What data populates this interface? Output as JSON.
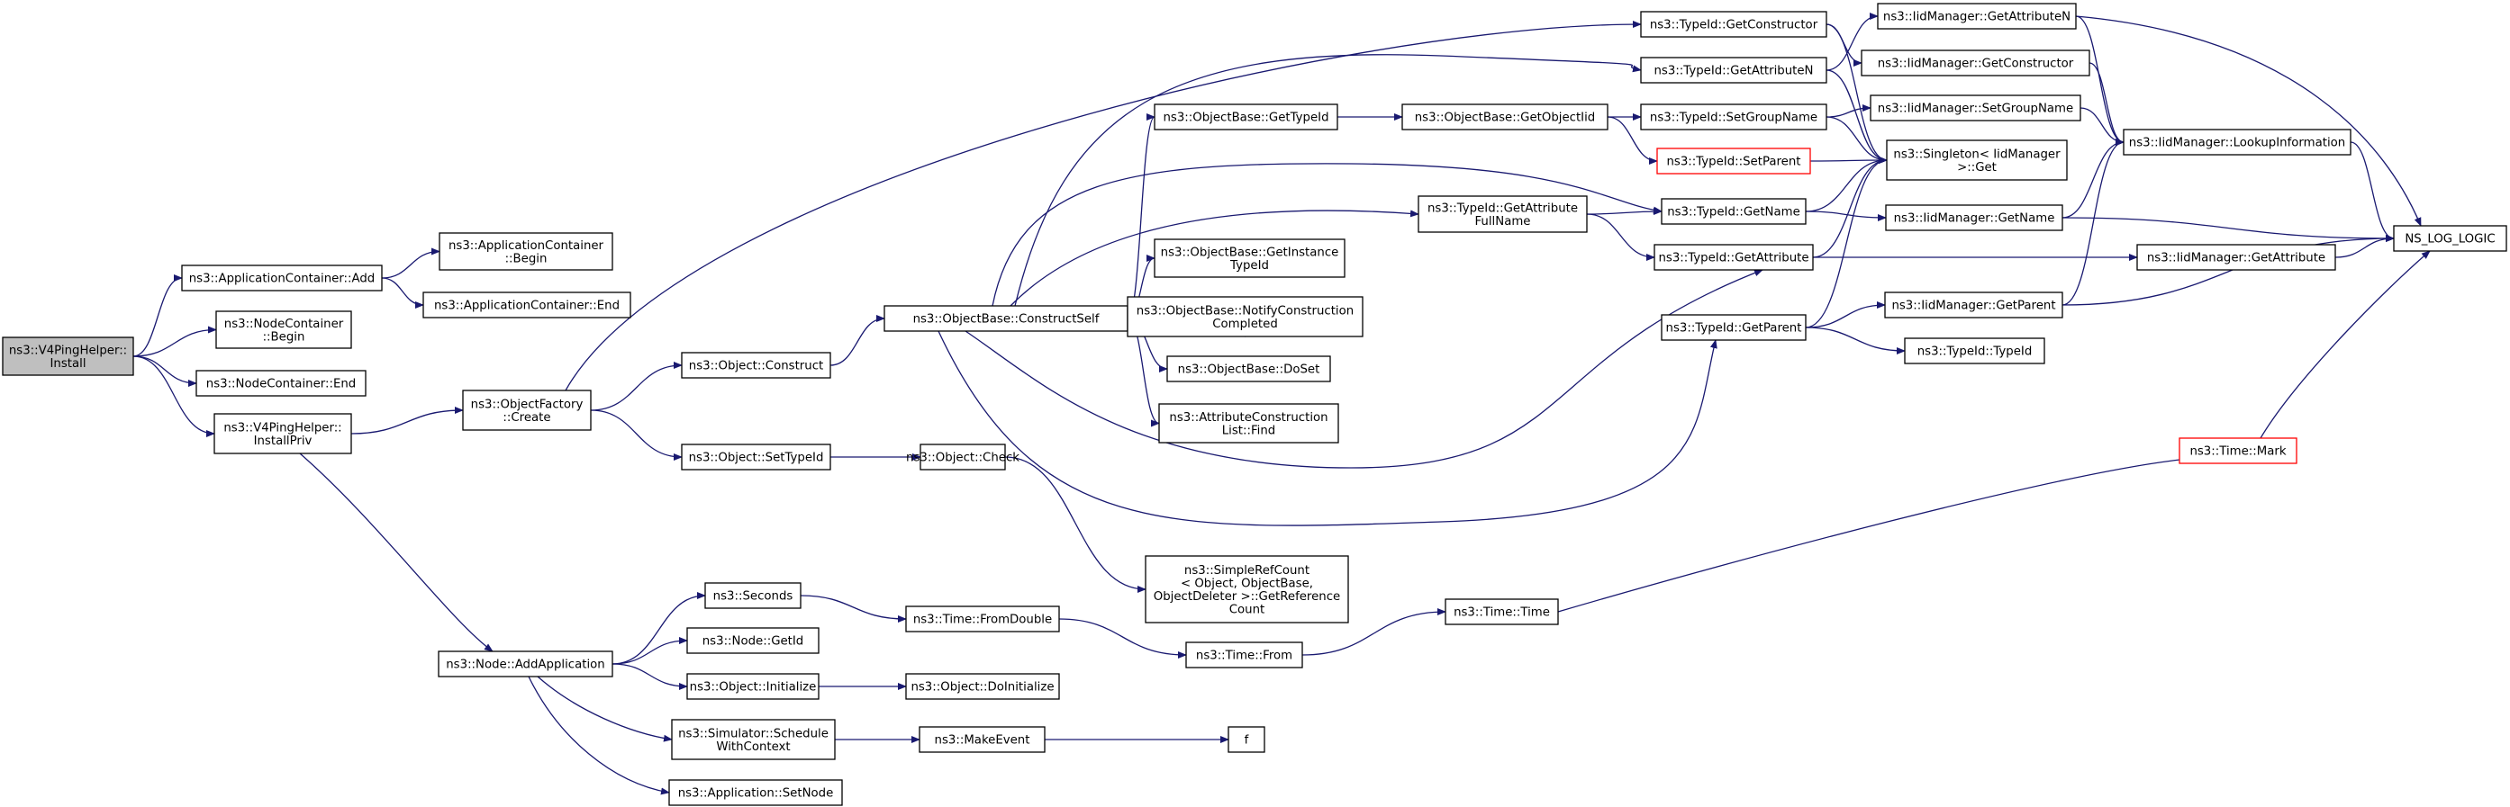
{
  "colors": {
    "edge": "#191970",
    "box_border": "#000000",
    "box_fill": "#ffffff",
    "root_fill": "#bfbfbf",
    "root_border": "#000000",
    "unresolved_border": "#ff0000"
  },
  "nodes": [
    {
      "id": "n0",
      "lines": [
        "ns3::V4PingHelper::",
        "Install"
      ],
      "style": "root"
    },
    {
      "id": "n1",
      "lines": [
        "ns3::ApplicationContainer::Add"
      ]
    },
    {
      "id": "n2",
      "lines": [
        "ns3::ApplicationContainer",
        "::Begin"
      ]
    },
    {
      "id": "n3",
      "lines": [
        "ns3::ApplicationContainer::End"
      ]
    },
    {
      "id": "n4",
      "lines": [
        "ns3::NodeContainer",
        "::Begin"
      ]
    },
    {
      "id": "n5",
      "lines": [
        "ns3::NodeContainer::End"
      ]
    },
    {
      "id": "n6",
      "lines": [
        "ns3::V4PingHelper::",
        "InstallPriv"
      ]
    },
    {
      "id": "n7",
      "lines": [
        "ns3::ObjectFactory",
        "::Create"
      ]
    },
    {
      "id": "n8",
      "lines": [
        "ns3::Object::Construct"
      ]
    },
    {
      "id": "n9",
      "lines": [
        "ns3::Object::SetTypeId"
      ]
    },
    {
      "id": "n10",
      "lines": [
        "ns3::ObjectBase::ConstructSelf"
      ]
    },
    {
      "id": "n11",
      "lines": [
        "ns3::Object::Check"
      ]
    },
    {
      "id": "n12",
      "lines": [
        "ns3::ObjectBase::GetTypeId"
      ]
    },
    {
      "id": "n13",
      "lines": [
        "ns3::ObjectBase::GetInstance",
        "TypeId"
      ]
    },
    {
      "id": "n14",
      "lines": [
        "ns3::ObjectBase::NotifyConstruction",
        "Completed"
      ]
    },
    {
      "id": "n15",
      "lines": [
        "ns3::ObjectBase::DoSet"
      ]
    },
    {
      "id": "n16",
      "lines": [
        "ns3::AttributeConstruction",
        "List::Find"
      ]
    },
    {
      "id": "n17",
      "lines": [
        "ns3::SimpleRefCount",
        "< Object, ObjectBase,",
        "ObjectDeleter >::GetReference",
        "Count"
      ]
    },
    {
      "id": "n18",
      "lines": [
        "ns3::ObjectBase::GetObjectIid"
      ]
    },
    {
      "id": "n19",
      "lines": [
        "ns3::TypeId::GetAttribute",
        "FullName"
      ]
    },
    {
      "id": "n20",
      "lines": [
        "ns3::TypeId::GetConstructor"
      ]
    },
    {
      "id": "n21",
      "lines": [
        "ns3::TypeId::GetAttributeN"
      ]
    },
    {
      "id": "n22",
      "lines": [
        "ns3::TypeId::SetGroupName"
      ]
    },
    {
      "id": "n23",
      "lines": [
        "ns3::TypeId::SetParent"
      ],
      "style": "unresolved"
    },
    {
      "id": "n24",
      "lines": [
        "ns3::TypeId::GetName"
      ]
    },
    {
      "id": "n25",
      "lines": [
        "ns3::TypeId::GetAttribute"
      ]
    },
    {
      "id": "n26",
      "lines": [
        "ns3::TypeId::GetParent"
      ]
    },
    {
      "id": "n27",
      "lines": [
        "ns3::Singleton< IidManager",
        ">::Get"
      ]
    },
    {
      "id": "n28",
      "lines": [
        "ns3::IidManager::GetAttributeN"
      ]
    },
    {
      "id": "n29",
      "lines": [
        "ns3::IidManager::GetConstructor"
      ]
    },
    {
      "id": "n30",
      "lines": [
        "ns3::IidManager::SetGroupName"
      ]
    },
    {
      "id": "n31",
      "lines": [
        "ns3::IidManager::GetName"
      ]
    },
    {
      "id": "n32",
      "lines": [
        "ns3::IidManager::GetAttribute"
      ]
    },
    {
      "id": "n33",
      "lines": [
        "ns3::IidManager::GetParent"
      ]
    },
    {
      "id": "n34",
      "lines": [
        "ns3::TypeId::TypeId"
      ]
    },
    {
      "id": "n35",
      "lines": [
        "ns3::IidManager::LookupInformation"
      ]
    },
    {
      "id": "n36",
      "lines": [
        "NS_LOG_LOGIC"
      ]
    },
    {
      "id": "n37",
      "lines": [
        "ns3::Time::Mark"
      ],
      "style": "unresolved"
    },
    {
      "id": "n38",
      "lines": [
        "ns3::Node::AddApplication"
      ]
    },
    {
      "id": "n39",
      "lines": [
        "ns3::Seconds"
      ]
    },
    {
      "id": "n40",
      "lines": [
        "ns3::Node::GetId"
      ]
    },
    {
      "id": "n41",
      "lines": [
        "ns3::Object::Initialize"
      ]
    },
    {
      "id": "n42",
      "lines": [
        "ns3::Simulator::Schedule",
        "WithContext"
      ]
    },
    {
      "id": "n43",
      "lines": [
        "ns3::Application::SetNode"
      ]
    },
    {
      "id": "n44",
      "lines": [
        "ns3::Time::FromDouble"
      ]
    },
    {
      "id": "n45",
      "lines": [
        "ns3::Time::From"
      ]
    },
    {
      "id": "n46",
      "lines": [
        "ns3::Time::Time"
      ]
    },
    {
      "id": "n47",
      "lines": [
        "ns3::Object::DoInitialize"
      ]
    },
    {
      "id": "n48",
      "lines": [
        "ns3::MakeEvent"
      ]
    },
    {
      "id": "n49",
      "lines": [
        "f"
      ]
    }
  ],
  "edges": [
    [
      "n0",
      "n1"
    ],
    [
      "n0",
      "n4"
    ],
    [
      "n0",
      "n5"
    ],
    [
      "n0",
      "n6"
    ],
    [
      "n1",
      "n2"
    ],
    [
      "n1",
      "n3"
    ],
    [
      "n6",
      "n7"
    ],
    [
      "n6",
      "n38"
    ],
    [
      "n7",
      "n8"
    ],
    [
      "n7",
      "n9"
    ],
    [
      "n7",
      "n20"
    ],
    [
      "n8",
      "n10"
    ],
    [
      "n9",
      "n11"
    ],
    [
      "n11",
      "n17"
    ],
    [
      "n10",
      "n12"
    ],
    [
      "n10",
      "n13"
    ],
    [
      "n10",
      "n14"
    ],
    [
      "n10",
      "n15"
    ],
    [
      "n10",
      "n16"
    ],
    [
      "n10",
      "n19"
    ],
    [
      "n10",
      "n21"
    ],
    [
      "n10",
      "n24"
    ],
    [
      "n10",
      "n25"
    ],
    [
      "n10",
      "n26"
    ],
    [
      "n12",
      "n18"
    ],
    [
      "n18",
      "n22"
    ],
    [
      "n18",
      "n23"
    ],
    [
      "n19",
      "n24"
    ],
    [
      "n19",
      "n25"
    ],
    [
      "n20",
      "n27"
    ],
    [
      "n20",
      "n29"
    ],
    [
      "n21",
      "n27"
    ],
    [
      "n21",
      "n28"
    ],
    [
      "n22",
      "n27"
    ],
    [
      "n22",
      "n30"
    ],
    [
      "n23",
      "n27"
    ],
    [
      "n24",
      "n27"
    ],
    [
      "n24",
      "n31"
    ],
    [
      "n25",
      "n27"
    ],
    [
      "n25",
      "n32"
    ],
    [
      "n26",
      "n27"
    ],
    [
      "n26",
      "n33"
    ],
    [
      "n26",
      "n34"
    ],
    [
      "n28",
      "n35"
    ],
    [
      "n28",
      "n36"
    ],
    [
      "n29",
      "n35"
    ],
    [
      "n30",
      "n35"
    ],
    [
      "n31",
      "n35"
    ],
    [
      "n31",
      "n36"
    ],
    [
      "n32",
      "n36"
    ],
    [
      "n33",
      "n35"
    ],
    [
      "n33",
      "n36"
    ],
    [
      "n35",
      "n36"
    ],
    [
      "n37",
      "n36"
    ],
    [
      "n38",
      "n39"
    ],
    [
      "n38",
      "n40"
    ],
    [
      "n38",
      "n41"
    ],
    [
      "n38",
      "n42"
    ],
    [
      "n38",
      "n43"
    ],
    [
      "n39",
      "n44"
    ],
    [
      "n44",
      "n45"
    ],
    [
      "n45",
      "n46"
    ],
    [
      "n46",
      "n37"
    ],
    [
      "n41",
      "n47"
    ],
    [
      "n42",
      "n48"
    ],
    [
      "n48",
      "n49"
    ]
  ]
}
